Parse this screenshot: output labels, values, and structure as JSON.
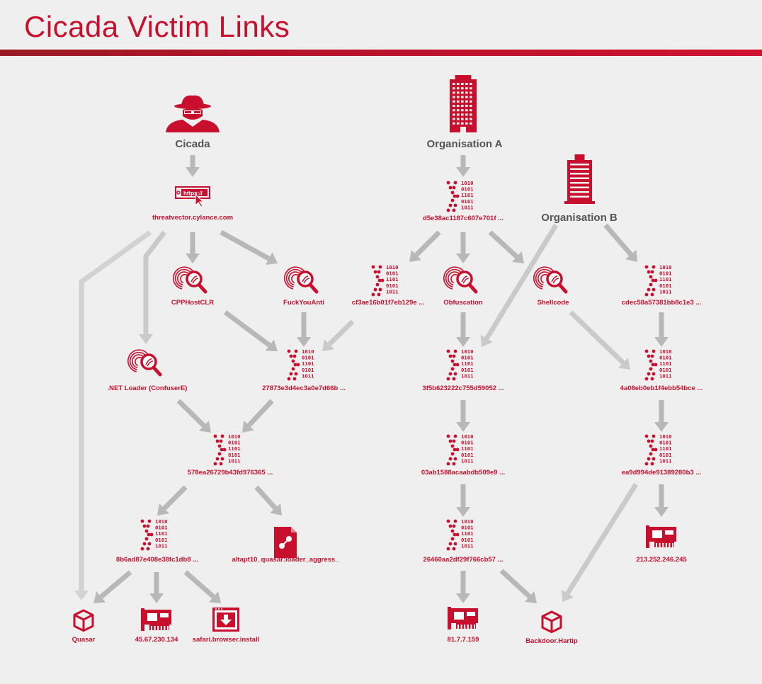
{
  "title": "Cicada Victim Links",
  "colors": {
    "accent": "#c8102e",
    "arrow": "#b8b8b8",
    "background": "#efefef",
    "entity_text": "#555555"
  },
  "entities": {
    "cicada": "Cicada",
    "org_a": "Organisation A",
    "org_b": "Organisation B"
  },
  "url_icon_text": "https://",
  "binary_rows": [
    "1010",
    "0101",
    "1101",
    "0101",
    "1011"
  ],
  "nodes": {
    "threatvector": {
      "label": "threatvector.cylance.com",
      "icon": "url-icon"
    },
    "cpphostclr": {
      "label": "CPPHostCLR",
      "icon": "fingerprint-search-icon"
    },
    "fuckyouanti": {
      "label": "FuckYouAnti",
      "icon": "fingerprint-search-icon"
    },
    "netloader": {
      "label": ".NET Loader (ConfuserE)",
      "icon": "fingerprint-search-icon"
    },
    "h27873": {
      "label": "27873e3d4ec3a0e7d66b ...",
      "icon": "binary-icon"
    },
    "h578ea": {
      "label": "578ea26729b43fd976365 ...",
      "icon": "binary-icon"
    },
    "h8b6ad": {
      "label": "8b6ad87e408e38fc1db8 ...",
      "icon": "binary-icon"
    },
    "altapt10": {
      "label": "altapt10_quasar:loader_aggress_",
      "icon": "yara-rule-icon"
    },
    "quasar": {
      "label": "Quasar",
      "icon": "malware-cube-icon"
    },
    "ip45": {
      "label": "45.67.230.134",
      "icon": "network-card-icon"
    },
    "safari": {
      "label": "safari.browser.install",
      "icon": "download-file-icon"
    },
    "d5e38": {
      "label": "d5e38ac1187c607e701f ...",
      "icon": "binary-icon"
    },
    "cf3ae": {
      "label": "cf3ae16b01f7eb129e ...",
      "icon": "binary-icon"
    },
    "obfuscation": {
      "label": "Obfuscation",
      "icon": "fingerprint-search-icon"
    },
    "h3f5b6": {
      "label": "3f5b623222c755d59052 ...",
      "icon": "binary-icon"
    },
    "h03ab": {
      "label": "03ab1588acaabdb509e9 ...",
      "icon": "binary-icon"
    },
    "h26460": {
      "label": "26460aa2df29f766cb57 ...",
      "icon": "binary-icon"
    },
    "ip81": {
      "label": "81.7.7.159",
      "icon": "network-card-icon"
    },
    "shellcode": {
      "label": "Shellcode",
      "icon": "fingerprint-search-icon"
    },
    "cdec5": {
      "label": "cdec58a57381bb8c1e3 ...",
      "icon": "binary-icon"
    },
    "h4a08": {
      "label": "4a08eb0eb1f4ebb54bce ...",
      "icon": "binary-icon"
    },
    "hea9d": {
      "label": "ea9d994de91389280b3 ...",
      "icon": "binary-icon"
    },
    "ip213": {
      "label": "213.252.246.245",
      "icon": "network-card-icon"
    },
    "backdoor": {
      "label": "Backdoor.Hartip",
      "icon": "malware-cube-icon"
    }
  }
}
